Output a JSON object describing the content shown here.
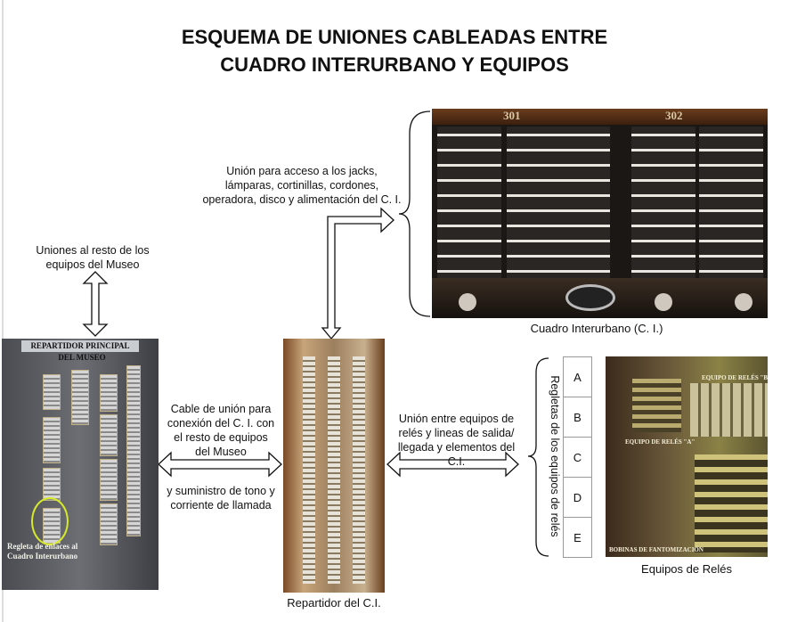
{
  "title": {
    "line1": "ESQUEMA DE UNIONES CABLEADAS ENTRE",
    "line2": "CUADRO INTERURBANO Y EQUIPOS"
  },
  "labels": {
    "ci_access": "Unión para acceso a los jacks, lámparas, cortinillas, cordones, operadora, disco y alimentación del C. I.",
    "museum_links": "Uniones al resto de los equipos del Museo",
    "cable_union": "Cable de unión para conexión del C. I. con el resto de equipos del Museo",
    "tone_supply": "y suministro de tono y corriente de llamada",
    "relay_union": "Unión entre equipos de relés y lineas de salida/ llegada y elementos del C.I.",
    "regletas": "Regletas de los equipos de relés"
  },
  "captions": {
    "ci": "Cuadro Interurbano (C. I.)",
    "repartidor_ci": "Repartidor del C.I.",
    "reles": "Equipos de Relés"
  },
  "photos": {
    "ci_numbers": [
      "301",
      "302"
    ],
    "main_sign_1": "REPARTIDOR PRINCIPAL",
    "main_sign_2": "DEL MUSEO",
    "main_note": "Regleta de enlaces al Cuadro Interurbano",
    "relay_b": "EQUIPO DE RELÉS \"B\"",
    "relay_a": "EQUIPO DE RELÉS \"A\"",
    "bobinas": "BOBINAS DE FANTOMIZACIÓN"
  },
  "regletas": [
    "A",
    "B",
    "C",
    "D",
    "E"
  ]
}
